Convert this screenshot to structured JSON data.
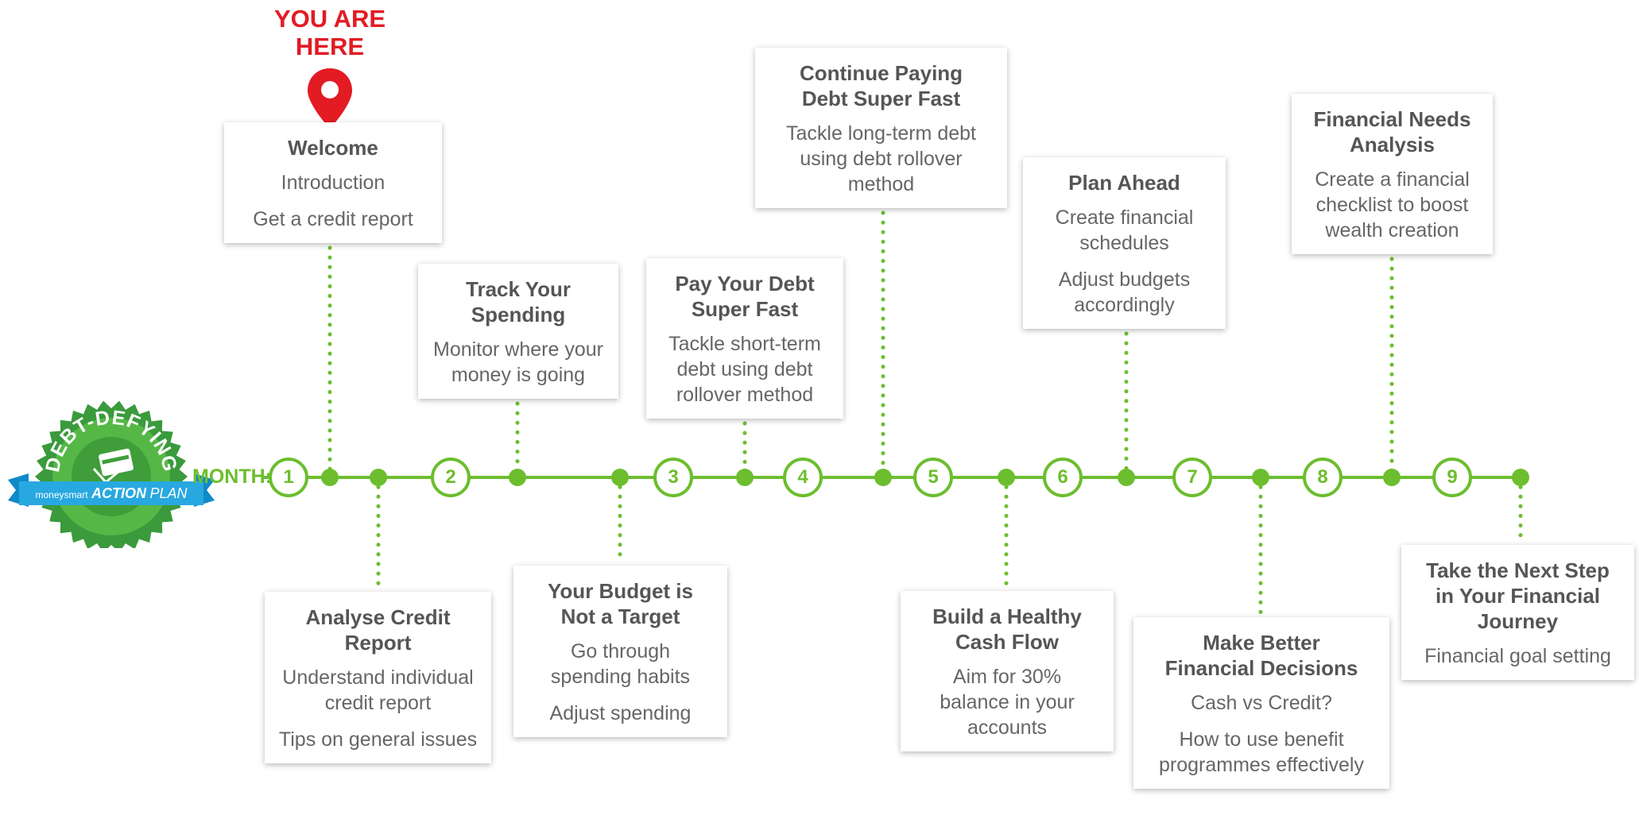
{
  "marker": {
    "label": "YOU ARE\nHERE",
    "color": "#e31b23"
  },
  "timeline": {
    "label": "MONTH:",
    "months": [
      "1",
      "2",
      "3",
      "4",
      "5",
      "6",
      "7",
      "8",
      "9"
    ],
    "color": "#6cbe2e"
  },
  "badge": {
    "title": "DEBT-DEFYING",
    "brand": "moneysmart",
    "plan_a": "ACTION",
    "plan_b": "PLAN"
  },
  "cards": [
    {
      "title": "Welcome",
      "lines": [
        "Introduction",
        "Get a credit report"
      ]
    },
    {
      "title": "Analyse Credit\nReport",
      "lines": [
        "Understand individual\ncredit report",
        "Tips on general issues"
      ]
    },
    {
      "title": "Track Your\nSpending",
      "lines": [
        "Monitor where your\nmoney is going"
      ]
    },
    {
      "title": "Your Budget is\nNot a Target",
      "lines": [
        "Go through\nspending habits",
        "Adjust spending"
      ]
    },
    {
      "title": "Pay Your Debt\nSuper Fast",
      "lines": [
        "Tackle short-term\ndebt using debt\nrollover method"
      ]
    },
    {
      "title": "Continue Paying\nDebt Super Fast",
      "lines": [
        "Tackle long-term debt\nusing debt rollover\nmethod"
      ]
    },
    {
      "title": "Build a Healthy\nCash Flow",
      "lines": [
        "Aim for 30%\nbalance in your\naccounts"
      ]
    },
    {
      "title": "Plan Ahead",
      "lines": [
        "Create financial\nschedules",
        "Adjust budgets\naccordingly"
      ]
    },
    {
      "title": "Make Better\nFinancial Decisions",
      "lines": [
        "Cash vs Credit?",
        "How to use benefit\nprogrammes effectively"
      ]
    },
    {
      "title": "Financial Needs\nAnalysis",
      "lines": [
        "Create a financial\nchecklist to boost\nwealth creation"
      ]
    },
    {
      "title": "Take the Next Step\nin Your Financial\nJourney",
      "lines": [
        "Financial goal setting"
      ]
    }
  ]
}
